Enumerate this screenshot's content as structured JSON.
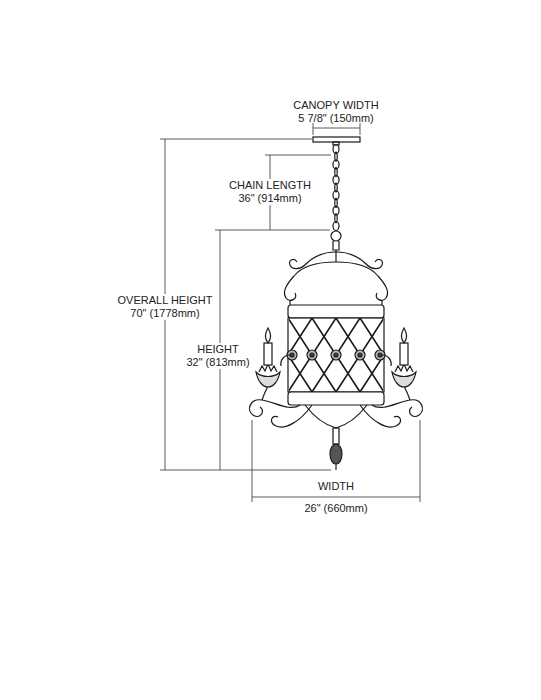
{
  "diagram": {
    "labels": [
      "CANOPY WIDTH",
      "5 7/8\" (150mm)",
      "CHAIN LENGTH",
      "36\" (914mm)",
      "OVERALL HEIGHT",
      "70\" (1778mm)",
      "HEIGHT",
      "32\" (813mm)",
      "WIDTH",
      "26\" (660mm)"
    ]
  }
}
